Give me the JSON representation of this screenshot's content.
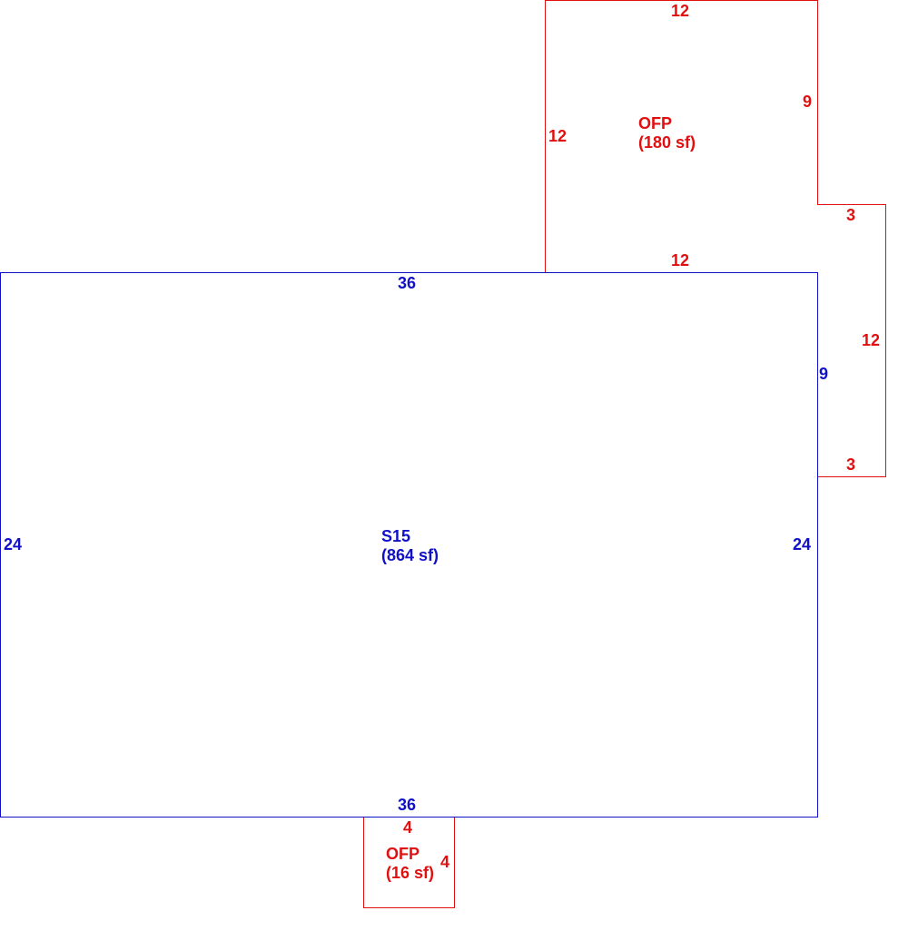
{
  "colors": {
    "main": "#1010c8",
    "porch": "#e01010"
  },
  "areas": [
    {
      "code": "S15",
      "area": "(864 sf)"
    },
    {
      "code": "OFP",
      "area": "(180 sf)"
    },
    {
      "code": "OFP",
      "area": "(16 sf)"
    }
  ],
  "dims": {
    "main_top": "36",
    "main_bottom": "36",
    "main_left": "24",
    "main_right": "24",
    "main_right_upper": "9",
    "porch_top": "12",
    "porch_left": "12",
    "porch_right": "9",
    "porch_step_top": "3",
    "porch_bottom": "12",
    "porch_step_side": "12",
    "porch_step_bottom": "3",
    "small_top": "4",
    "small_side": "4"
  }
}
